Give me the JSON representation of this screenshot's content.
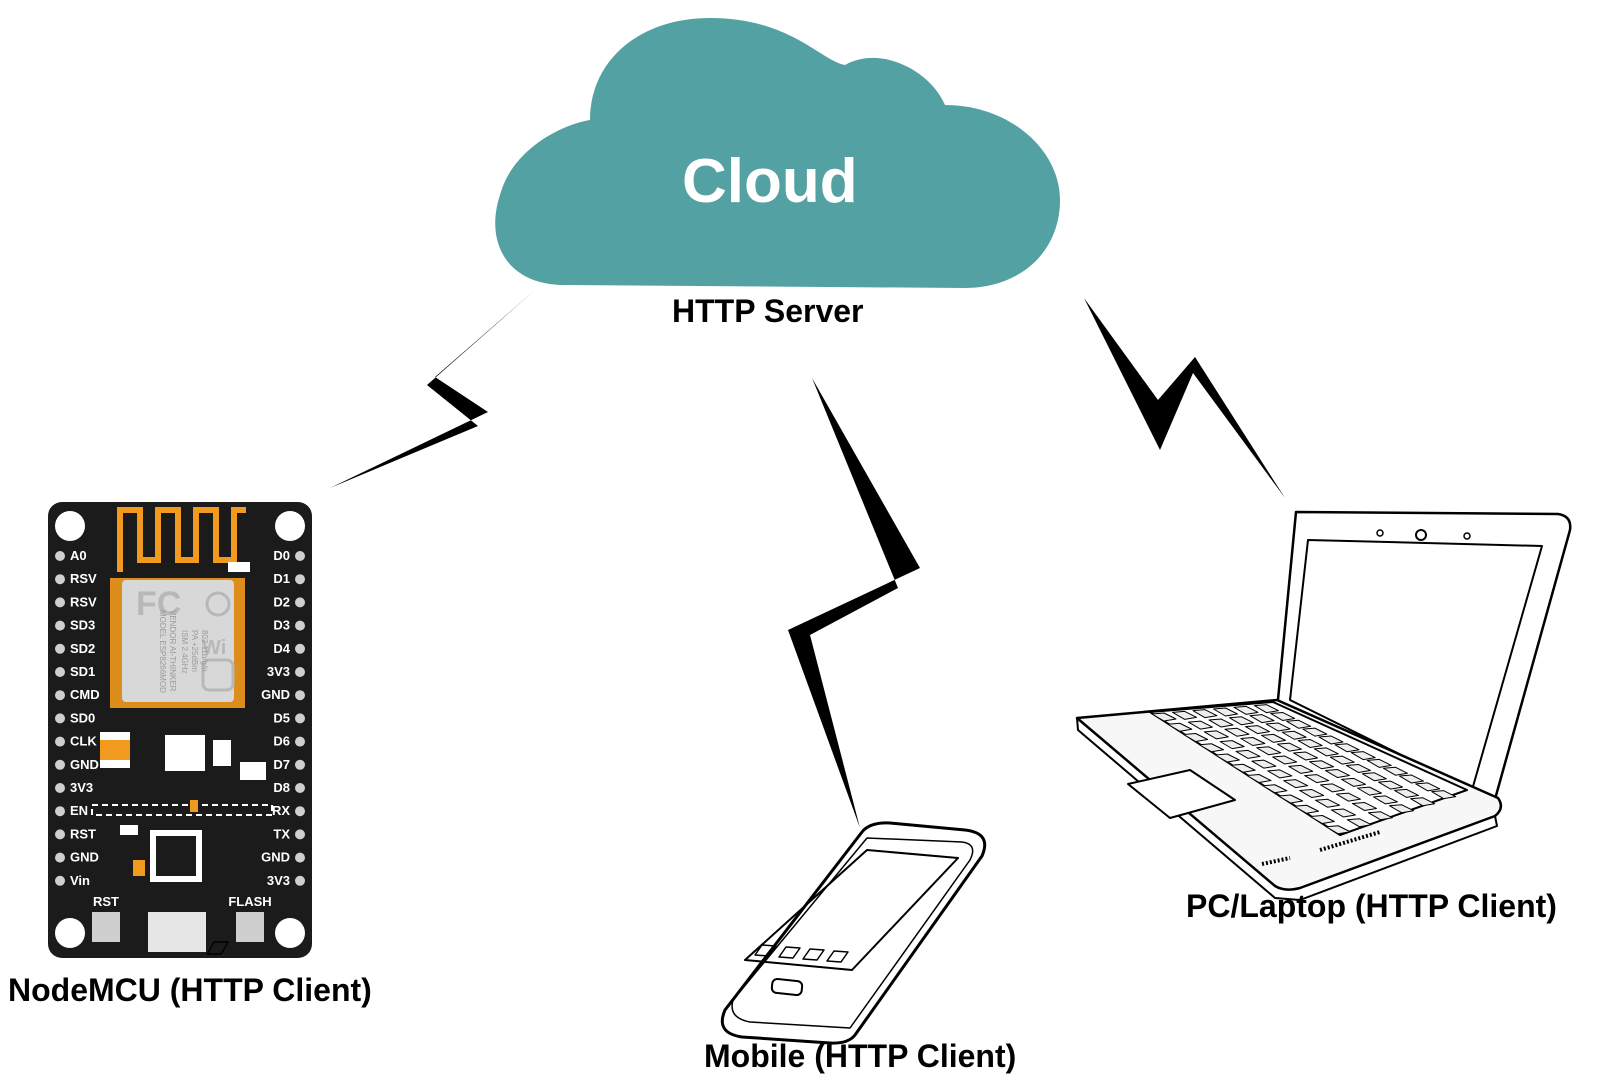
{
  "cloud": {
    "title": "Cloud",
    "server_label": "HTTP Server",
    "color": "#53a1a2"
  },
  "nodes": {
    "nodemcu": "NodeMCU (HTTP Client)",
    "mobile": "Mobile (HTTP Client)",
    "laptop": "PC/Laptop (HTTP Client)"
  },
  "board": {
    "left_pins": [
      "A0",
      "RSV",
      "RSV",
      "SD3",
      "SD2",
      "SD1",
      "CMD",
      "SD0",
      "CLK",
      "GND",
      "3V3",
      "EN",
      "RST",
      "GND",
      "Vin"
    ],
    "right_pins": [
      "D0",
      "D1",
      "D2",
      "D3",
      "D4",
      "3V3",
      "GND",
      "D5",
      "D6",
      "D7",
      "D8",
      "RX",
      "TX",
      "GND",
      "3V3"
    ],
    "buttons": [
      "RST",
      "FLASH"
    ],
    "module_text": [
      "MODEL",
      "VENDOR",
      "ESP8266MOD",
      "AI-THINKER",
      "ISM 2.4GHz",
      "PA +25dBm",
      "802.11b/g/n"
    ],
    "logos": [
      "FC",
      "Wi Fi"
    ],
    "antenna_color": "#f29a1d",
    "pcb_color": "#1b1b1b"
  },
  "icons": [
    "cloud-icon",
    "lightning-bolt-icon",
    "nodemcu-board-icon",
    "smartphone-icon",
    "laptop-icon"
  ]
}
